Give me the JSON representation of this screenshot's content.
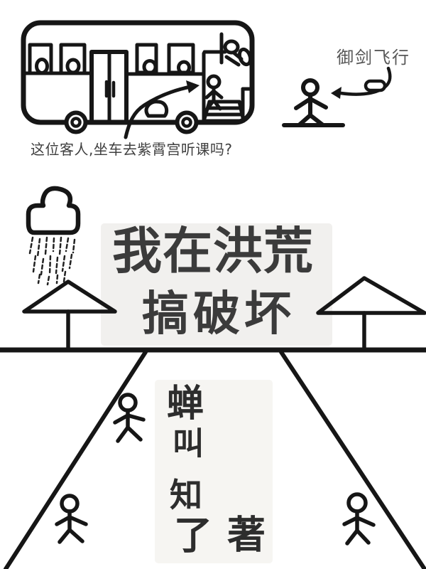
{
  "palette": {
    "background": "#ffffff",
    "ink": "#161616",
    "title_color": "#3b3b3b"
  },
  "bus_scene": {
    "caption": "这位客人,坐车去紫霄宫听课吗?"
  },
  "sword_scene": {
    "label": "御剑飞行"
  },
  "title": {
    "line1": "我在洪荒",
    "line2": "搞破坏",
    "color": "#3b3b3b"
  },
  "author": {
    "chars": [
      "蝉",
      "叫",
      "知",
      "了"
    ],
    "suffix_label": "著"
  }
}
